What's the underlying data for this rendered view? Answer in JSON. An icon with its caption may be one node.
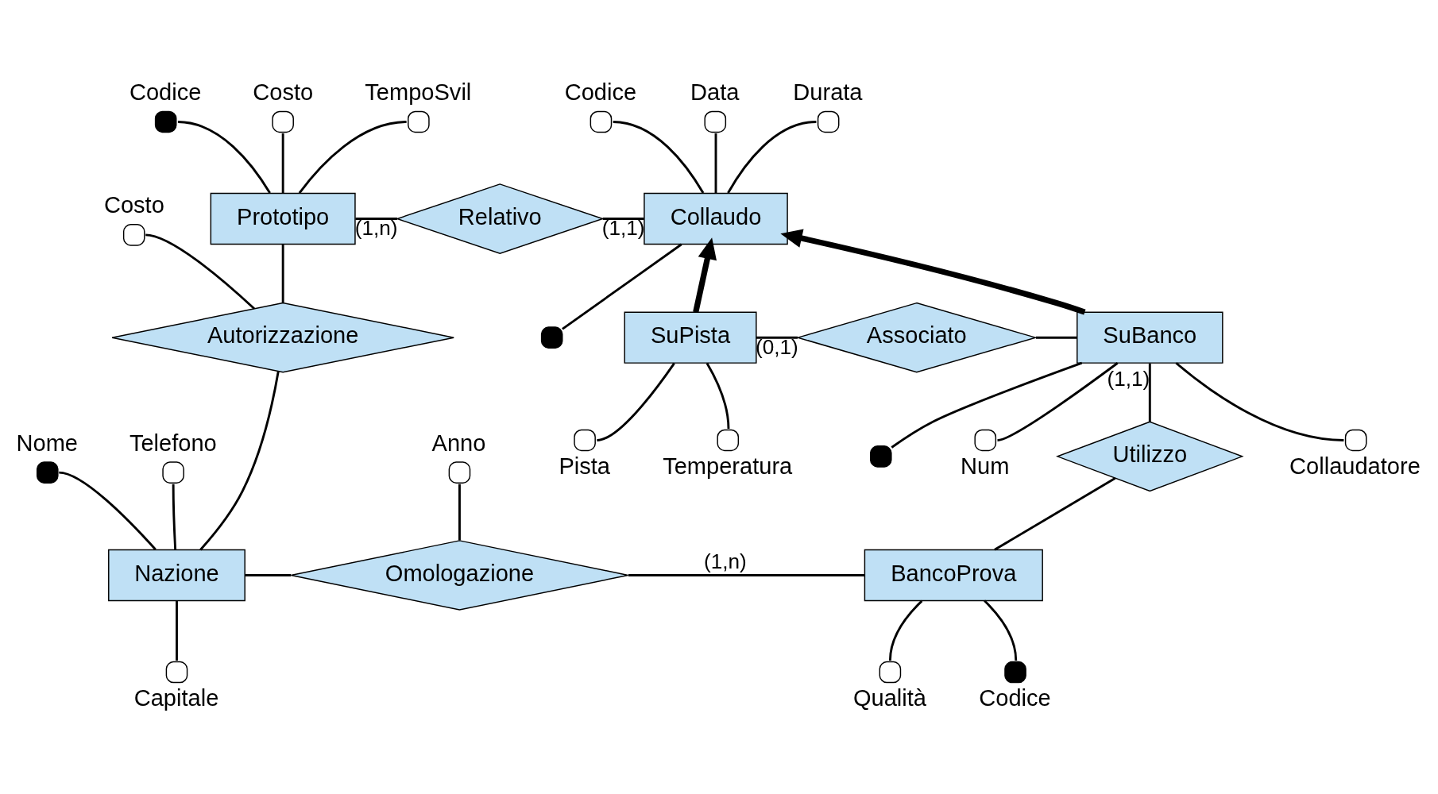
{
  "diagram": {
    "nodes": [
      {
        "text": [
          "Prototipo"
        ]
      },
      {
        "text": [
          "Relativo"
        ]
      },
      {
        "text": [
          "Collaudo"
        ]
      },
      {
        "text": [
          "SuPista"
        ]
      },
      {
        "text": [
          "Associato"
        ]
      },
      {
        "text": [
          "SuBanco"
        ]
      },
      {
        "text": [
          "Autorizzazione"
        ]
      },
      {
        "text": [
          "Utilizzo"
        ]
      },
      {
        "text": [
          "Nazione"
        ]
      },
      {
        "text": [
          "Omologazione"
        ]
      },
      {
        "text": [
          "BancoProva"
        ]
      },
      {
        "text": [],
        "shape": "dot",
        "beside": [
          "Codice"
        ]
      },
      {
        "text": [],
        "shape": "circle",
        "beside": [
          "Costo"
        ]
      },
      {
        "text": [],
        "shape": "circle",
        "beside": [
          "TempoSvil"
        ]
      },
      {
        "text": [],
        "shape": "circle",
        "beside": [
          "Codice"
        ]
      },
      {
        "text": [],
        "shape": "circle",
        "beside": [
          "Data"
        ]
      },
      {
        "text": [],
        "shape": "circle",
        "beside": [
          "Durata"
        ]
      },
      {
        "text": [],
        "shape": "dot"
      },
      {
        "text": [],
        "shape": "circle",
        "beside": [
          "Costo"
        ]
      },
      {
        "text": [],
        "shape": "circle",
        "beside": [
          "Pista"
        ]
      },
      {
        "text": [],
        "shape": "circle",
        "beside": [
          "Temperatura"
        ]
      },
      {
        "text": [],
        "shape": "circle",
        "beside": [
          "Collaudatore"
        ]
      },
      {
        "text": [],
        "shape": "dot"
      },
      {
        "text": [],
        "shape": "circle",
        "beside": [
          "Num"
        ]
      },
      {
        "text": [],
        "shape": "dot",
        "beside": [
          "Nome"
        ]
      },
      {
        "text": [],
        "shape": "circle",
        "beside": [
          "Telefono"
        ]
      },
      {
        "text": [],
        "shape": "circle",
        "beside": [
          "Capitale"
        ]
      },
      {
        "text": [],
        "shape": "circle",
        "beside": [
          "Anno"
        ]
      },
      {
        "text": [],
        "shape": "dot",
        "beside": [
          "Codice"
        ]
      },
      {
        "text": [],
        "shape": "circle",
        "beside": [
          "Qualità"
        ]
      }
    ],
    "edges": [
      {
        "from": 0,
        "to": 1,
        "arrow": "none",
        "label": "(1,n)"
      },
      {
        "from": 1,
        "to": 2,
        "arrow": "none",
        "label": "(1,1)"
      },
      {
        "from": 3,
        "to": 2,
        "arrow": "to",
        "style": "thick"
      },
      {
        "from": 5,
        "to": 2,
        "arrow": "to",
        "style": "thick"
      },
      {
        "from": 3,
        "to": 4,
        "arrow": "none",
        "label": "(0,1)"
      },
      {
        "from": 4,
        "to": 5,
        "arrow": "none"
      },
      {
        "from": 0,
        "to": 6,
        "arrow": "none"
      },
      {
        "from": 6,
        "to": 8,
        "arrow": "none"
      },
      {
        "from": 5,
        "to": 7,
        "arrow": "none",
        "label": "(1,1)"
      },
      {
        "from": 7,
        "to": 10,
        "arrow": "none"
      },
      {
        "from": 8,
        "to": 9,
        "arrow": "none"
      },
      {
        "from": 9,
        "to": 10,
        "arrow": "none",
        "label": "(1,n)"
      },
      {
        "from": 0,
        "to": 11,
        "arrow": "none"
      },
      {
        "from": 0,
        "to": 12,
        "arrow": "none"
      },
      {
        "from": 0,
        "to": 13,
        "arrow": "none"
      },
      {
        "from": 2,
        "to": 14,
        "arrow": "none"
      },
      {
        "from": 2,
        "to": 15,
        "arrow": "none"
      },
      {
        "from": 2,
        "to": 16,
        "arrow": "none"
      },
      {
        "from": 2,
        "to": 17,
        "arrow": "none"
      },
      {
        "from": 6,
        "to": 18,
        "arrow": "none"
      },
      {
        "from": 3,
        "to": 19,
        "arrow": "none"
      },
      {
        "from": 3,
        "to": 20,
        "arrow": "none"
      },
      {
        "from": 5,
        "to": 21,
        "arrow": "none"
      },
      {
        "from": 5,
        "to": 22,
        "arrow": "none"
      },
      {
        "from": 5,
        "to": 23,
        "arrow": "none"
      },
      {
        "from": 8,
        "to": 24,
        "arrow": "none"
      },
      {
        "from": 8,
        "to": 25,
        "arrow": "none"
      },
      {
        "from": 8,
        "to": 26,
        "arrow": "none"
      },
      {
        "from": 9,
        "to": 27,
        "arrow": "none"
      },
      {
        "from": 10,
        "to": 28,
        "arrow": "none"
      },
      {
        "from": 10,
        "to": 29,
        "arrow": "none"
      }
    ]
  }
}
